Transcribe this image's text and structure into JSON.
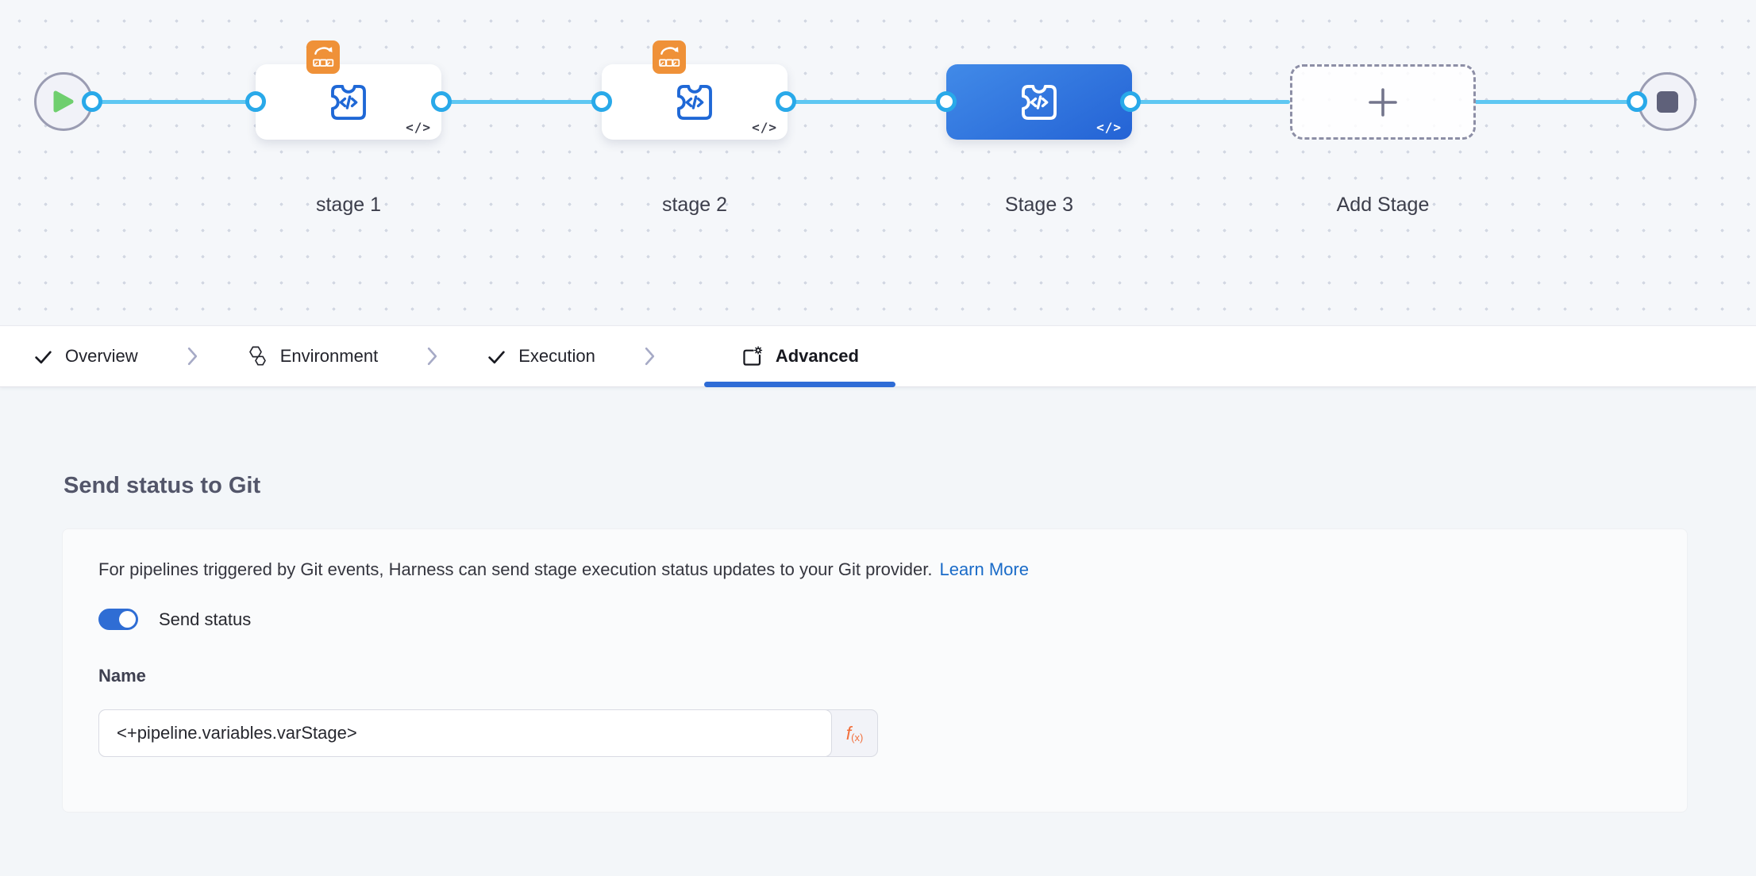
{
  "canvas": {
    "stages": [
      {
        "label": "stage 1",
        "selected": false,
        "has_strategy_badge": true
      },
      {
        "label": "stage 2",
        "selected": false,
        "has_strategy_badge": true
      },
      {
        "label": "Stage 3",
        "selected": true,
        "has_strategy_badge": false
      }
    ],
    "add_stage": {
      "label": "Add Stage"
    },
    "code_tag": "</>"
  },
  "tabs": {
    "items": [
      {
        "label": "Overview",
        "icon": "check"
      },
      {
        "label": "Environment",
        "icon": "hexagons"
      },
      {
        "label": "Execution",
        "icon": "check"
      },
      {
        "label": "Advanced",
        "icon": "settings-card"
      }
    ],
    "active": "Advanced"
  },
  "advanced_panel": {
    "heading": "Send status to Git",
    "description": "For pipelines triggered by Git events, Harness can send stage execution status updates to your Git provider.",
    "learn_more_label": "Learn More",
    "toggle": {
      "label": "Send status",
      "state": "on"
    },
    "name_field": {
      "label": "Name",
      "value": "<+pipeline.variables.varStage>"
    },
    "expression_button": {
      "main": "f",
      "sub": "(x)"
    }
  },
  "colors": {
    "accent_blue": "#2e6cd6",
    "connector_line_blue": "#5ec7f2",
    "connector_ring_blue": "#29a9e9",
    "selected_stage_blue": "#2f74dc",
    "strategy_badge_orange": "#ef9138",
    "link_blue": "#1a6bc8",
    "toggle_blue": "#2f6dd4",
    "fx_orange": "#f2703d",
    "play_green": "#6fcf6e"
  }
}
